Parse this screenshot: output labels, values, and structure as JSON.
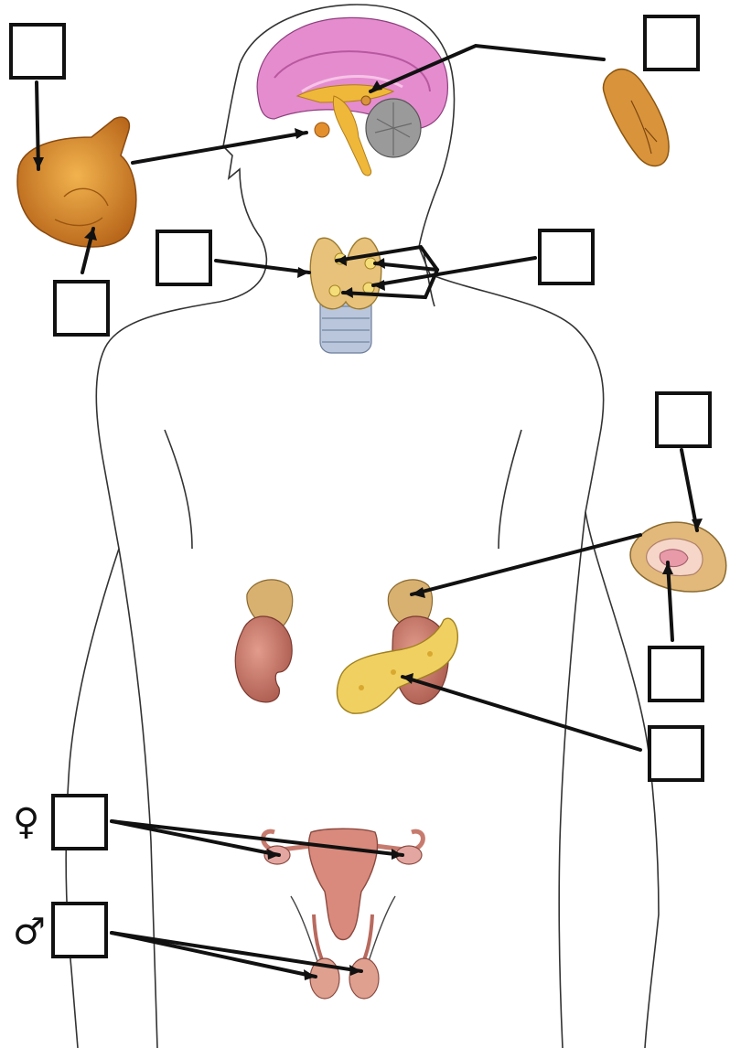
{
  "diagram": {
    "female_symbol": "♀",
    "male_symbol": "♂",
    "label_boxes": [
      {
        "id": "pituitary-gland-box",
        "text": ""
      },
      {
        "id": "pituitary-lobe-box",
        "text": ""
      },
      {
        "id": "pineal-gland-box",
        "text": ""
      },
      {
        "id": "thyroid-gland-box",
        "text": ""
      },
      {
        "id": "parathyroid-glands-box",
        "text": ""
      },
      {
        "id": "adrenal-cortex-box",
        "text": ""
      },
      {
        "id": "adrenal-gland-box",
        "text": ""
      },
      {
        "id": "adrenal-medulla-box",
        "text": ""
      },
      {
        "id": "pancreas-box",
        "text": ""
      },
      {
        "id": "ovaries-box",
        "text": ""
      },
      {
        "id": "testes-box",
        "text": ""
      }
    ],
    "colors": {
      "brain_cerebrum": "#e58ccf",
      "brain_core": "#f0b83a",
      "cerebellum": "#9a9a9a",
      "pituitary": "#d9862a",
      "pineal": "#d9933a",
      "thyroid": "#e8c27a",
      "trachea": "#b9c6dc",
      "adrenal": "#d8b070",
      "kidney": "#c8786a",
      "pancreas": "#f0d060",
      "uterus": "#d98a7c",
      "testes": "#e0a090"
    }
  }
}
